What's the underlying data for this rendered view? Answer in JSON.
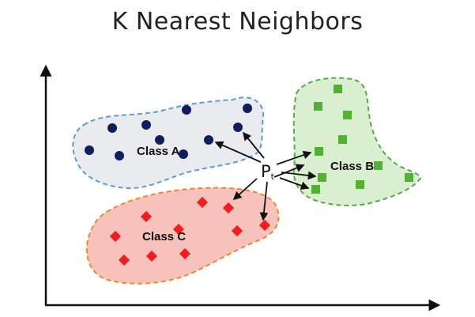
{
  "title": "K Nearest Neighbors",
  "query_point": {
    "label": "P",
    "subscript": "t"
  },
  "colors": {
    "class_a_fill": "#e9ebee",
    "class_a_border": "#5a9bd8",
    "class_a_point": "#0f1f5c",
    "class_b_fill": "#d9efcf",
    "class_b_border": "#58a94a",
    "class_b_point": "#52b135",
    "class_c_fill": "#f8c2bc",
    "class_c_border": "#e7892f",
    "class_c_point": "#f01e1e",
    "axis": "#111111"
  },
  "classes": [
    {
      "id": "a",
      "label": "Class A",
      "point_shape": "circle",
      "point_count": 10
    },
    {
      "id": "b",
      "label": "Class B",
      "point_shape": "square",
      "point_count": 10
    },
    {
      "id": "c",
      "label": "Class C",
      "point_shape": "diamond",
      "point_count": 10
    }
  ],
  "neighbor_arrows": 8
}
